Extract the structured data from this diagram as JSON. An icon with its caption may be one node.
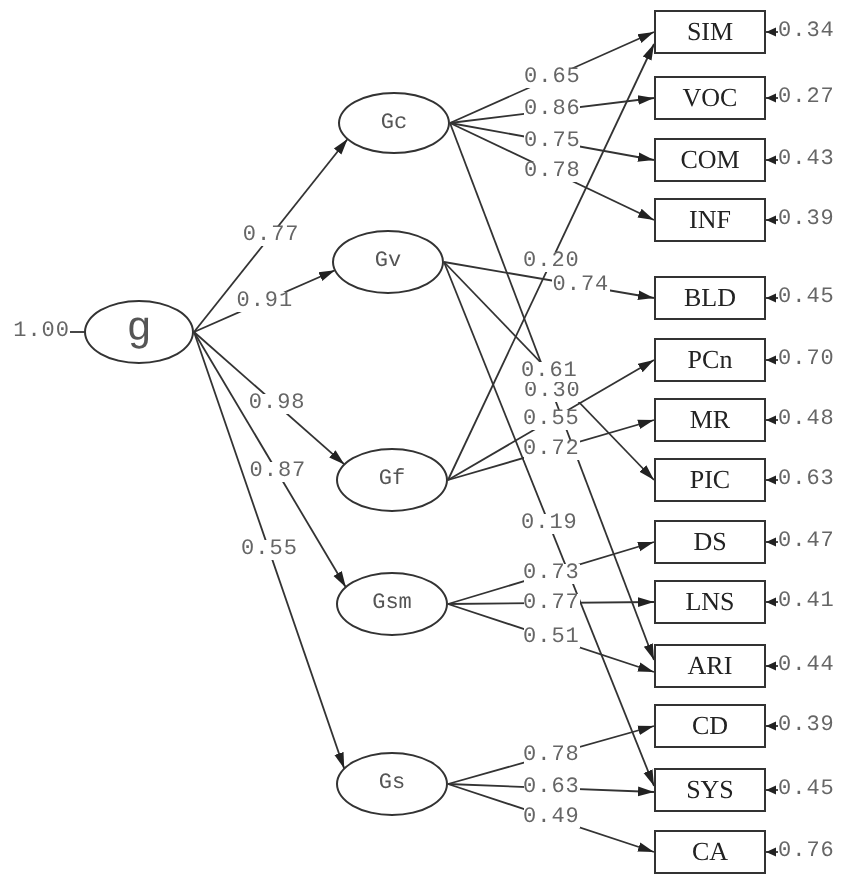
{
  "diagram": {
    "nodes": [
      {
        "text": [
          "1.00"
        ]
      },
      {
        "text": [
          "g"
        ]
      },
      {
        "text": [
          "Gc"
        ]
      },
      {
        "text": [
          "Gv"
        ]
      },
      {
        "text": [
          "Gf"
        ]
      },
      {
        "text": [
          "Gsm"
        ]
      },
      {
        "text": [
          "Gs"
        ]
      },
      {
        "text": [
          "SIM"
        ]
      },
      {
        "text": [
          "VOC"
        ]
      },
      {
        "text": [
          "COM"
        ]
      },
      {
        "text": [
          "INF"
        ]
      },
      {
        "text": [
          "BLD"
        ]
      },
      {
        "text": [
          "PCn"
        ]
      },
      {
        "text": [
          "MR"
        ]
      },
      {
        "text": [
          "PIC"
        ]
      },
      {
        "text": [
          "DS"
        ]
      },
      {
        "text": [
          "LNS"
        ]
      },
      {
        "text": [
          "ARI"
        ]
      },
      {
        "text": [
          "CD"
        ]
      },
      {
        "text": [
          "SYS"
        ]
      },
      {
        "text": [
          "CA"
        ]
      },
      {
        "text": [
          "0.34"
        ]
      },
      {
        "text": [
          "0.27"
        ]
      },
      {
        "text": [
          "0.43"
        ]
      },
      {
        "text": [
          "0.39"
        ]
      },
      {
        "text": [
          "0.45"
        ]
      },
      {
        "text": [
          "0.70"
        ]
      },
      {
        "text": [
          "0.48"
        ]
      },
      {
        "text": [
          "0.63"
        ]
      },
      {
        "text": [
          "0.47"
        ]
      },
      {
        "text": [
          "0.41"
        ]
      },
      {
        "text": [
          "0.44"
        ]
      },
      {
        "text": [
          "0.39"
        ]
      },
      {
        "text": [
          "0.45"
        ]
      },
      {
        "text": [
          "0.76"
        ]
      }
    ],
    "edges": [
      {
        "from": 0,
        "to": 1,
        "arrow": "none"
      },
      {
        "from": 1,
        "to": 2,
        "label": "0.77",
        "arrow": "to"
      },
      {
        "from": 1,
        "to": 3,
        "label": "0.91",
        "arrow": "to"
      },
      {
        "from": 1,
        "to": 4,
        "label": "0.98",
        "arrow": "to"
      },
      {
        "from": 1,
        "to": 5,
        "label": "0.87",
        "arrow": "to"
      },
      {
        "from": 1,
        "to": 6,
        "label": "0.55",
        "arrow": "to"
      },
      {
        "from": 2,
        "to": 7,
        "label": "0.65",
        "arrow": "to"
      },
      {
        "from": 2,
        "to": 8,
        "label": "0.86",
        "arrow": "to"
      },
      {
        "from": 2,
        "to": 9,
        "label": "0.75",
        "arrow": "to"
      },
      {
        "from": 2,
        "to": 10,
        "label": "0.78",
        "arrow": "to"
      },
      {
        "from": 2,
        "to": 17,
        "label": "0.30",
        "arrow": "to"
      },
      {
        "from": 3,
        "to": 11,
        "label": "0.74",
        "arrow": "to"
      },
      {
        "from": 3,
        "to": 14,
        "label": "0.61",
        "arrow": "to"
      },
      {
        "from": 3,
        "to": 19,
        "label": "0.19",
        "arrow": "to"
      },
      {
        "from": 4,
        "to": 7,
        "label": "0.20",
        "arrow": "to"
      },
      {
        "from": 4,
        "to": 12,
        "label": "0.55",
        "arrow": "to"
      },
      {
        "from": 4,
        "to": 13,
        "label": "0.72",
        "arrow": "to"
      },
      {
        "from": 5,
        "to": 15,
        "label": "0.73",
        "arrow": "to"
      },
      {
        "from": 5,
        "to": 16,
        "label": "0.77",
        "arrow": "to"
      },
      {
        "from": 5,
        "to": 17,
        "label": "0.51",
        "arrow": "to"
      },
      {
        "from": 6,
        "to": 18,
        "label": "0.78",
        "arrow": "to"
      },
      {
        "from": 6,
        "to": 19,
        "label": "0.63",
        "arrow": "to"
      },
      {
        "from": 6,
        "to": 20,
        "label": "0.49",
        "arrow": "to"
      },
      {
        "from": 21,
        "to": 7,
        "arrow": "to"
      },
      {
        "from": 22,
        "to": 8,
        "arrow": "to"
      },
      {
        "from": 23,
        "to": 9,
        "arrow": "to"
      },
      {
        "from": 24,
        "to": 10,
        "arrow": "to"
      },
      {
        "from": 25,
        "to": 11,
        "arrow": "to"
      },
      {
        "from": 26,
        "to": 12,
        "arrow": "to"
      },
      {
        "from": 27,
        "to": 13,
        "arrow": "to"
      },
      {
        "from": 28,
        "to": 14,
        "arrow": "to"
      },
      {
        "from": 29,
        "to": 15,
        "arrow": "to"
      },
      {
        "from": 30,
        "to": 16,
        "arrow": "to"
      },
      {
        "from": 31,
        "to": 17,
        "arrow": "to"
      },
      {
        "from": 32,
        "to": 18,
        "arrow": "to"
      },
      {
        "from": 33,
        "to": 19,
        "arrow": "to"
      },
      {
        "from": 34,
        "to": 20,
        "arrow": "to"
      }
    ]
  }
}
